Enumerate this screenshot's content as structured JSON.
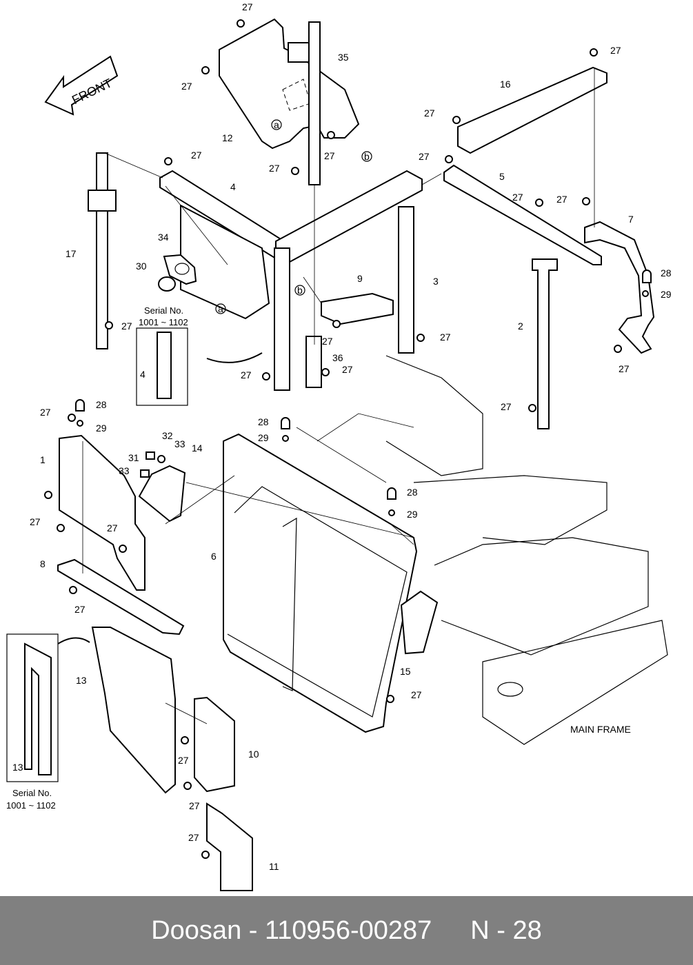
{
  "diagram": {
    "front_label": "FRONT",
    "main_frame_label": "MAIN FRAME",
    "serial_note_top": {
      "title": "Serial No.",
      "range": "1001 ~ 1102",
      "part": "4"
    },
    "serial_note_left": {
      "title": "Serial No.",
      "range": "1001 ~ 1102",
      "part": "13"
    },
    "callouts": {
      "p1": "1",
      "p2": "2",
      "p3": "3",
      "p4": "4",
      "p5": "5",
      "p6": "6",
      "p7": "7",
      "p8": "8",
      "p9": "9",
      "p10": "10",
      "p11": "11",
      "p12": "12",
      "p13": "13",
      "p14": "14",
      "p15": "15",
      "p16": "16",
      "p17": "17",
      "p27": "27",
      "p28": "28",
      "p29": "29",
      "p30": "30",
      "p31": "31",
      "p32": "32",
      "p33": "33",
      "p34": "34",
      "p35": "35",
      "p36": "36",
      "a": "a",
      "b": "b"
    }
  },
  "footer": {
    "code": "Doosan - 110956-00287",
    "page": "N - 28"
  }
}
